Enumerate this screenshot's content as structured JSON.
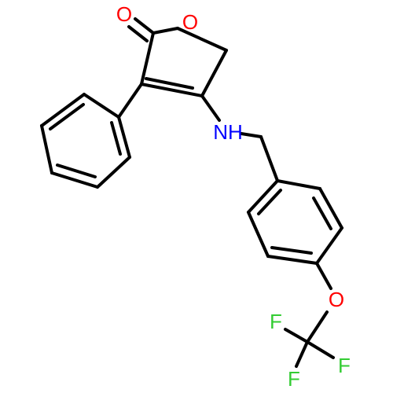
{
  "colors": {
    "bond": "#000000",
    "oxygen": "#ff0000",
    "nitrogen": "#0000ff",
    "fluorine": "#33cc33",
    "background": "#ffffff"
  },
  "labels": {
    "carbonyl_oxygen": "O",
    "ring_oxygen": "O",
    "amine": "NH",
    "ether_oxygen": "O",
    "fluorine_1": "F",
    "fluorine_2": "F",
    "fluorine_3": "F"
  }
}
